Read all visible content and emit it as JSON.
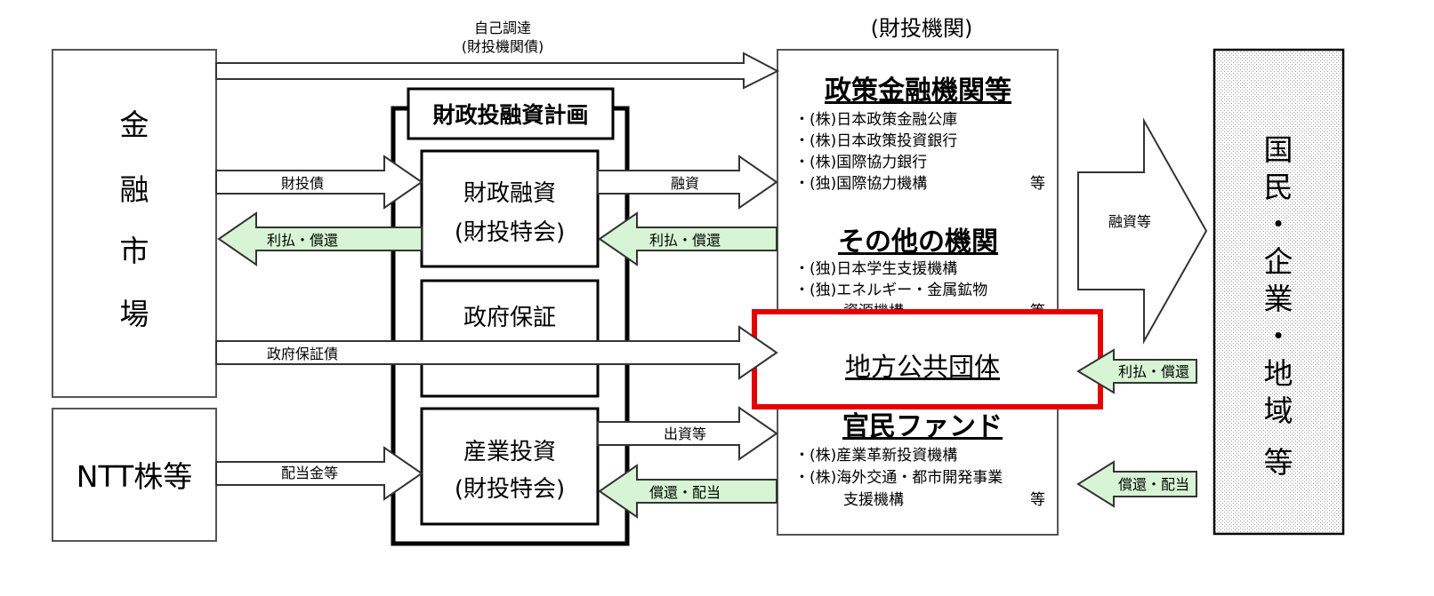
{
  "left": {
    "financial_market": [
      "金",
      "融",
      "市",
      "場"
    ],
    "ntt": "NTT株等"
  },
  "plan": {
    "title": "財政投融資計画",
    "loan": [
      "財政融資",
      "(財投特会)"
    ],
    "guarantee": "政府保証",
    "investment": [
      "産業投資",
      "(財投特会)"
    ]
  },
  "institutions": {
    "header": "(財投機関)",
    "policy": {
      "title": "政策金融機関等",
      "items": [
        "・(株)日本政策金融公庫",
        "・(株)日本政策投資銀行",
        "・(株)国際協力銀行",
        "・(独)国際協力機構"
      ],
      "etc": "等"
    },
    "other": {
      "title": "その他の機関",
      "items": [
        "・(独)日本学生支援機構",
        "・(独)エネルギー・金属鉱物",
        "資源機構"
      ],
      "etc": "等"
    },
    "local": "地方公共団体",
    "fund": {
      "title": "官民ファンド",
      "items": [
        "・(株)産業革新投資機構",
        "・(株)海外交通・都市開発事業",
        "支援機構"
      ],
      "etc": "等"
    }
  },
  "right": {
    "label": [
      "国",
      "民",
      "・",
      "企",
      "業",
      "・",
      "地",
      "域",
      "等"
    ]
  },
  "arrows": {
    "self_procurement": [
      "自己調達",
      "(財投機関債)"
    ],
    "fiscal_bond": "財投債",
    "loan": "融資",
    "interest_left": "利払・償還",
    "interest_mid": "利払・償還",
    "guaranteed_bond": "政府保証債",
    "dividend": "配当金等",
    "investment": "出資等",
    "repay_dividend": "償還・配当",
    "lending": "融資等",
    "interest_right": "利払・償還",
    "repay_right": "償還・配当"
  },
  "highlight_color": "#e60000"
}
